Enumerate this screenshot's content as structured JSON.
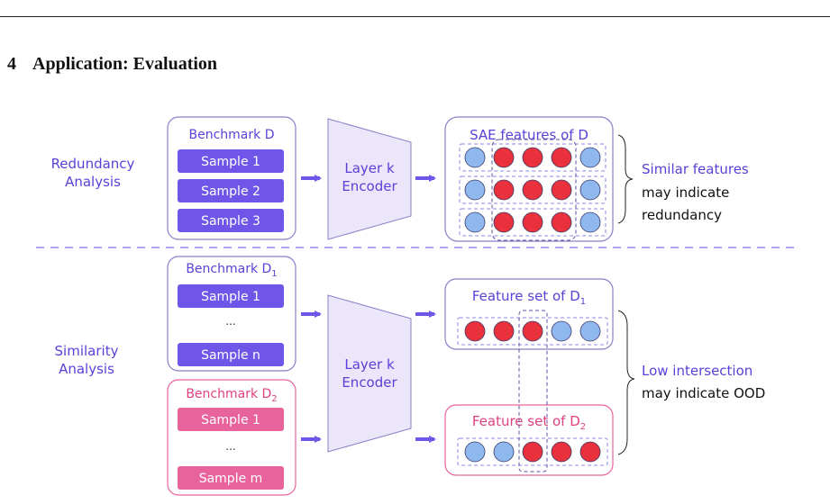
{
  "heading": {
    "number": "4",
    "title": "Application: Evaluation"
  },
  "colors": {
    "purple": "#6f55e8",
    "purple_text": "#5b3fd6",
    "pink": "#e8639c",
    "pink_text": "#e0407f",
    "red": "#e8313d",
    "blue": "#8fb8ef",
    "encoder_fill": "#ece6fb",
    "panel_border": "#8a80c8",
    "dashed": "#8f86e8"
  },
  "redundancy": {
    "label_line1": "Redundancy",
    "label_line2": "Analysis",
    "benchmark": {
      "title": "Benchmark D",
      "samples": [
        "Sample 1",
        "Sample 2",
        "Sample 3"
      ]
    },
    "encoder_line1": "Layer k",
    "encoder_line2": "Encoder",
    "features_title": "SAE features of D",
    "rows": [
      [
        "blue",
        "red",
        "red",
        "red",
        "blue"
      ],
      [
        "blue",
        "red",
        "red",
        "red",
        "blue"
      ],
      [
        "blue",
        "red",
        "red",
        "red",
        "blue"
      ]
    ],
    "note_line1": "Similar features",
    "note_line2": "may indicate",
    "note_line3": "redundancy"
  },
  "similarity": {
    "label_line1": "Similarity",
    "label_line2": "Analysis",
    "benchmark1": {
      "title": "Benchmark D",
      "sub": "1",
      "samples": [
        "Sample 1",
        "...",
        "Sample n"
      ]
    },
    "benchmark2": {
      "title": "Benchmark D",
      "sub": "2",
      "samples": [
        "Sample 1",
        "...",
        "Sample m"
      ]
    },
    "encoder_line1": "Layer k",
    "encoder_line2": "Encoder",
    "featureset1": {
      "title": "Feature set of D",
      "sub": "1",
      "row": [
        "red",
        "red",
        "red",
        "blue",
        "blue"
      ]
    },
    "featureset2": {
      "title": "Feature set of D",
      "sub": "2",
      "row": [
        "blue",
        "blue",
        "red",
        "red",
        "red"
      ]
    },
    "note_line1": "Low intersection",
    "note_line2": "may indicate OOD"
  }
}
